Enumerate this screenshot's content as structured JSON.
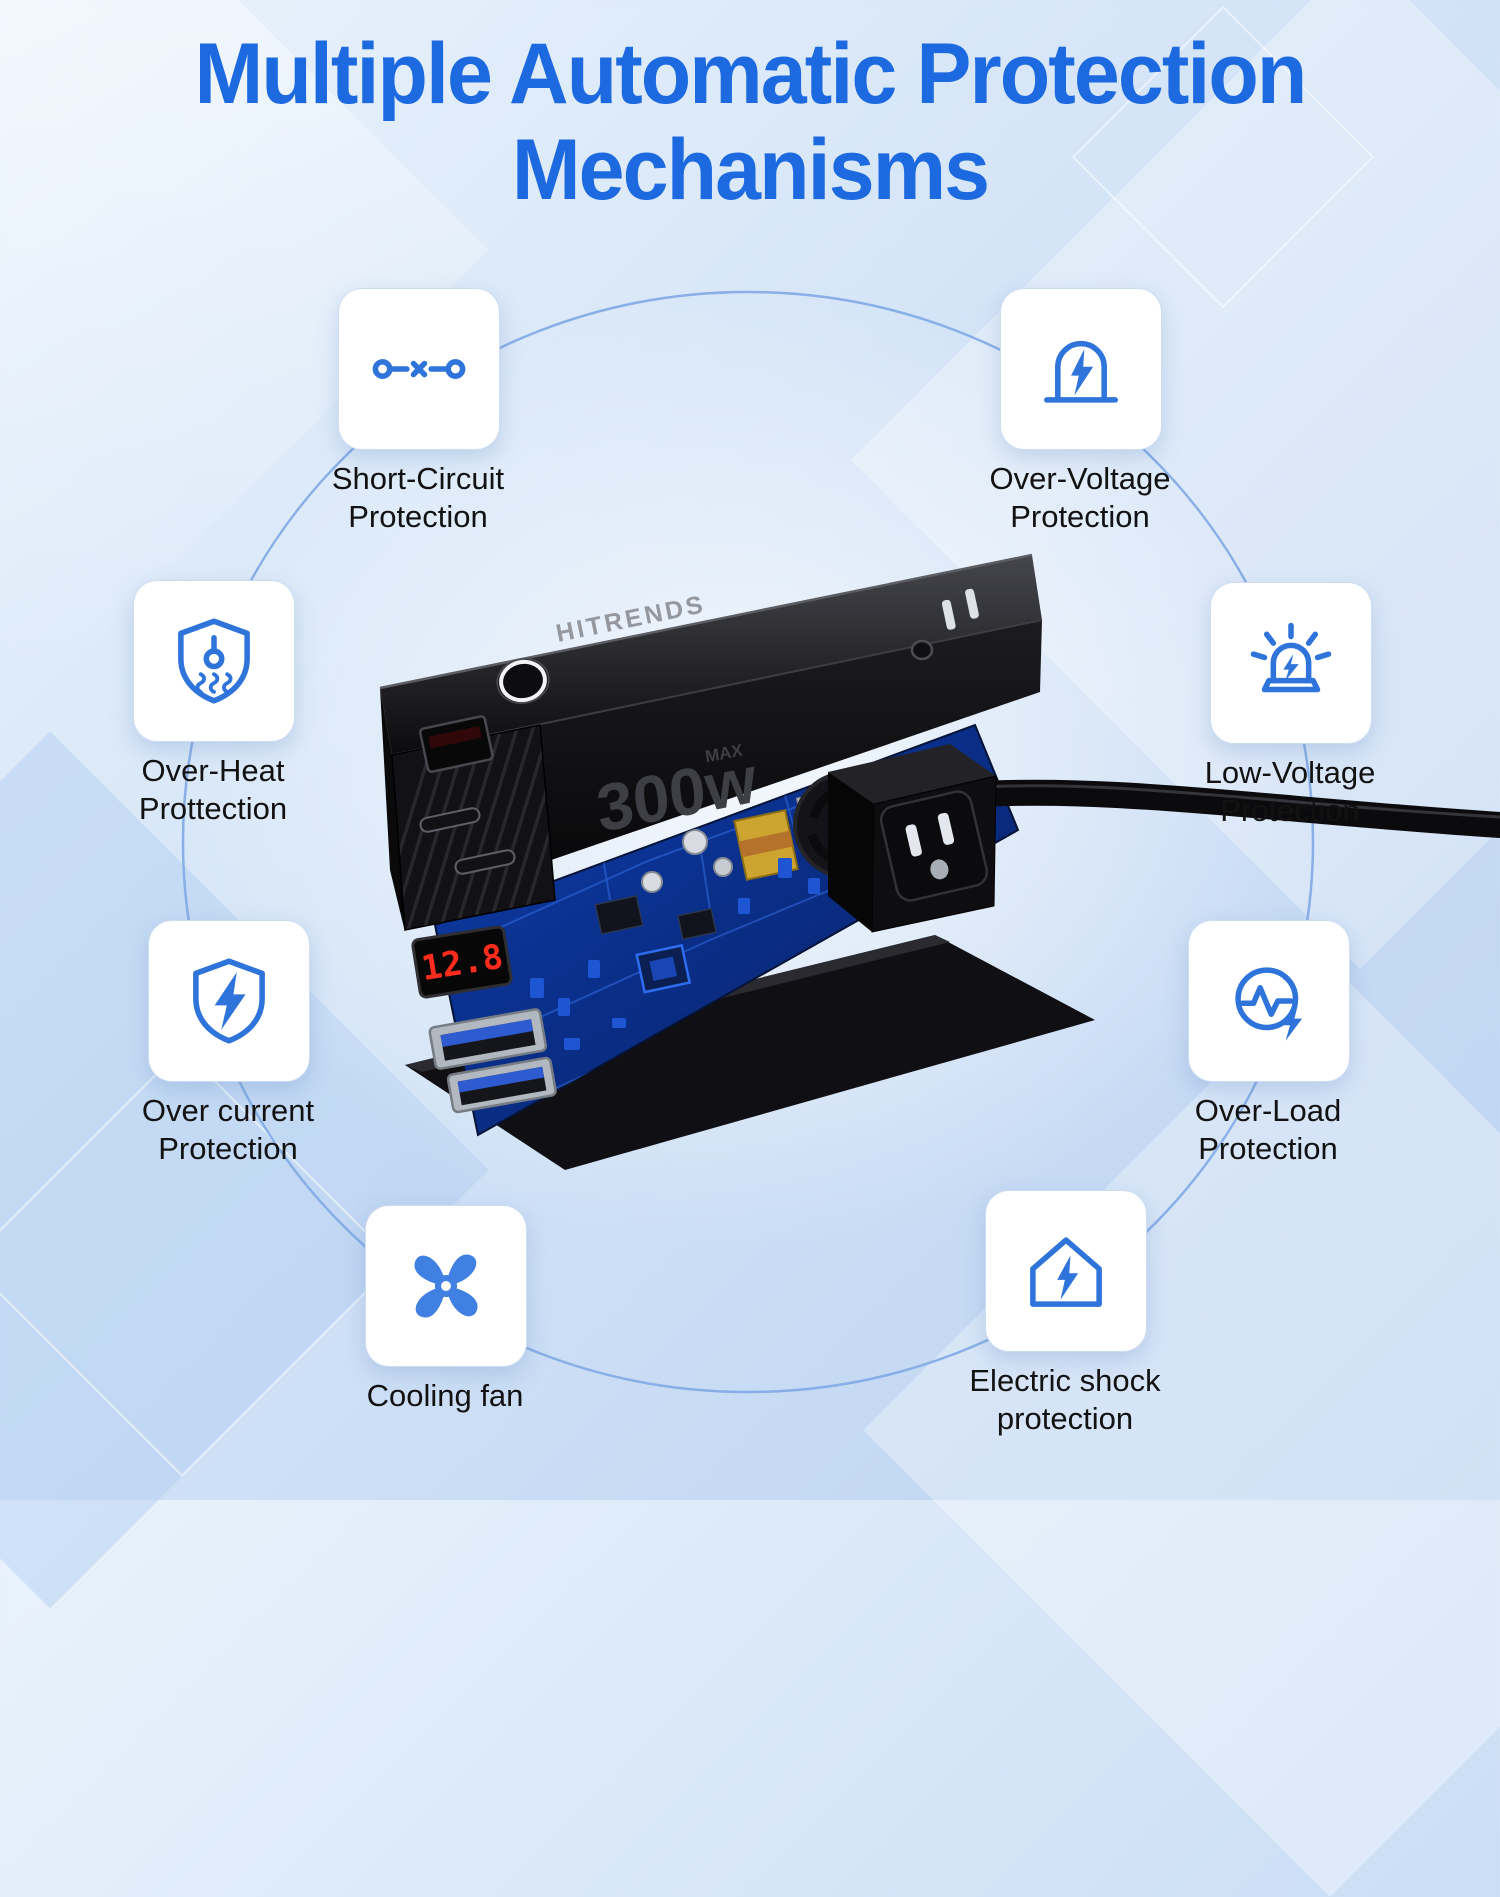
{
  "title": {
    "line1": "Multiple Automatic Protection",
    "line2": "Mechanisms"
  },
  "features": [
    {
      "name": "short-circuit",
      "icon": "short-circuit-icon",
      "line1": "Short-Circuit",
      "line2": "Protection"
    },
    {
      "name": "over-voltage",
      "icon": "over-voltage-icon",
      "line1": "Over-Voltage",
      "line2": "Protection"
    },
    {
      "name": "over-heat",
      "icon": "over-heat-icon",
      "line1": "Over-Heat",
      "line2": "Prottection"
    },
    {
      "name": "low-voltage",
      "icon": "low-voltage-icon",
      "line1": "Low-Voltage",
      "line2": "Protection"
    },
    {
      "name": "over-current",
      "icon": "over-current-icon",
      "line1": "Over current",
      "line2": "Protection"
    },
    {
      "name": "over-load",
      "icon": "over-load-icon",
      "line1": "Over-Load",
      "line2": "Protection"
    },
    {
      "name": "cooling-fan",
      "icon": "cooling-fan-icon",
      "line1": "Cooling fan",
      "line2": ""
    },
    {
      "name": "electric-shock",
      "icon": "electric-shock-icon",
      "line1": "Electric shock",
      "line2": "protection"
    }
  ],
  "product": {
    "brand": "HITRENDS",
    "power_rating": "300w",
    "power_max_label": "MAX",
    "display_value": "12.8"
  },
  "colors": {
    "title_blue": "#1c69e0",
    "icon_blue": "#2e74da",
    "background_blue": "#d8e7f8"
  }
}
